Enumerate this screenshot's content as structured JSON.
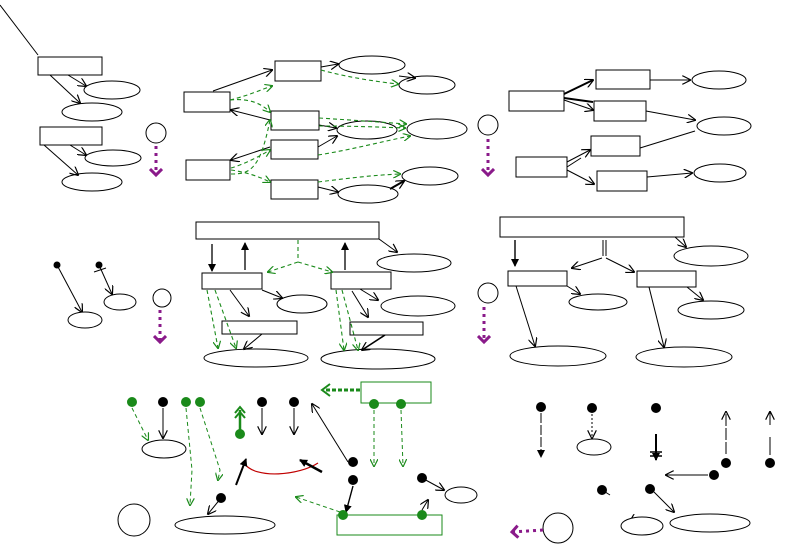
{
  "colors": {
    "black": "#000000",
    "green": "#1a8a1a",
    "dark_green": "#0b7a0b",
    "purple": "#8a1a8a",
    "red": "#c00000",
    "white": "#ffffff"
  },
  "panels": [
    {
      "id": "panel-1",
      "description_present": false
    },
    {
      "id": "panel-2",
      "description_present": false
    },
    {
      "id": "panel-3",
      "description_present": false
    },
    {
      "id": "panel-4",
      "description_present": false
    },
    {
      "id": "panel-5",
      "description_present": false
    },
    {
      "id": "panel-6",
      "description_present": false
    },
    {
      "id": "panel-7",
      "description_present": false
    },
    {
      "id": "panel-8",
      "description_present": false
    }
  ],
  "icons": [
    "rect-node",
    "ellipse-node",
    "dot-node",
    "circle-node",
    "purple-down-arrow",
    "purple-left-arrow"
  ]
}
